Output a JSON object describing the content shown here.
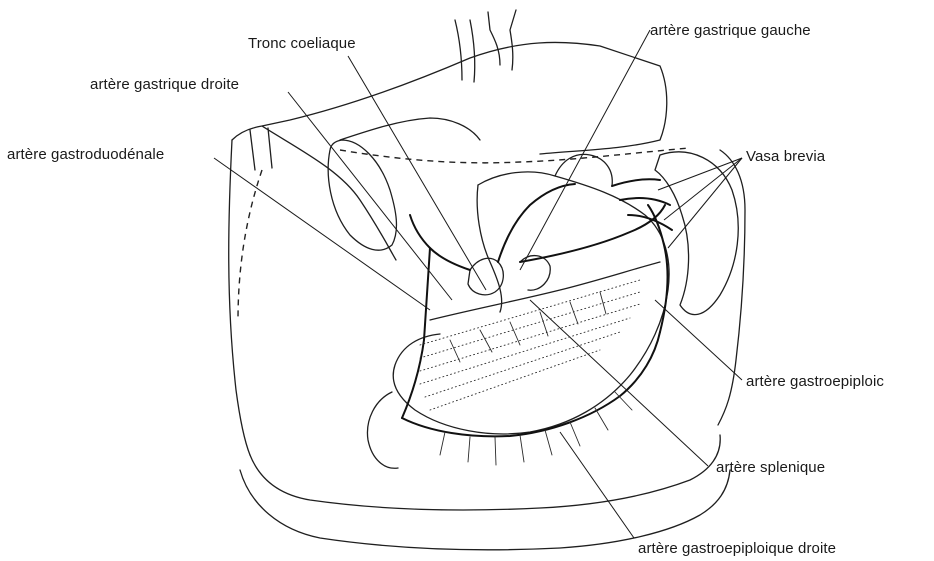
{
  "labels": {
    "tronc_coeliaque": "Tronc coeliaque",
    "artere_gastrique_gauche": "artère gastrique gauche",
    "artere_gastrique_droite": "artère gastrique droite",
    "artere_gastroduodenale": "artère gastroduodénale",
    "vasa_brevia": "Vasa brevia",
    "artere_gastroepiploic": "artère gastroepiploic",
    "artere_splenique": "artère splenique",
    "artere_gastroepiploique_droite": "artère gastroepiploique droite"
  }
}
